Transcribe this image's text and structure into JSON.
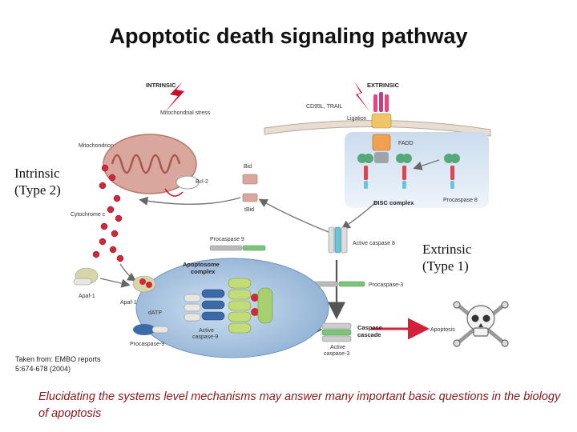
{
  "title": "Apoptotic death signaling pathway",
  "overlays": {
    "intrinsic_line1": "Intrinsic",
    "intrinsic_line2": "(Type 2)",
    "extrinsic_line1": "Extrinsic",
    "extrinsic_line2": "(Type 1)"
  },
  "diagram_labels": {
    "intrinsic": "INTRINSIC",
    "extrinsic": "EXTRINSIC",
    "mito_stress": "Mitochondrial stress",
    "mitochondrion": "Mitochondrion",
    "cd95": "CD95L, TRAIL",
    "ligation": "Ligation",
    "fadd": "FADD",
    "bid": "Bid",
    "bcl2": "Bcl-2",
    "tbid": "tBid",
    "disc": "DISC complex",
    "procaspase8": "Procaspase 8",
    "cytochrome_c": "Cytochrome c",
    "procaspase9_top": "Procaspase 9",
    "active_caspase8": "Active caspase 8",
    "apoptosome1": "Apoptosome",
    "apoptosome2": "complex",
    "procaspase3": "Procaspase-3",
    "apaf1_outside": "Apaf-1",
    "apaf1_inside": "Apaf-1",
    "datp": "dATP",
    "procaspase9_bottom": "Procaspase-9",
    "active_caspase9_1": "Active",
    "active_caspase9_2": "caspase-9",
    "caspase_cascade1": "Caspase",
    "caspase_cascade2": "cascade",
    "active_caspase3_1": "Active",
    "active_caspase3_2": "caspase-3",
    "apoptosis": "Apoptosis"
  },
  "source_line1": "Taken from: EMBO reports",
  "source_line2": "5:674-678 (2004)",
  "caption": "Elucidating the systems level mechanisms may answer many important basic questions in the biology of apoptosis",
  "colors": {
    "caption": "#8b1a1a",
    "cell_body": "#a9c3df",
    "mitochondrion": "#d9a79e",
    "bolt": "#c8102e",
    "arrow_red": "#d6203b"
  }
}
